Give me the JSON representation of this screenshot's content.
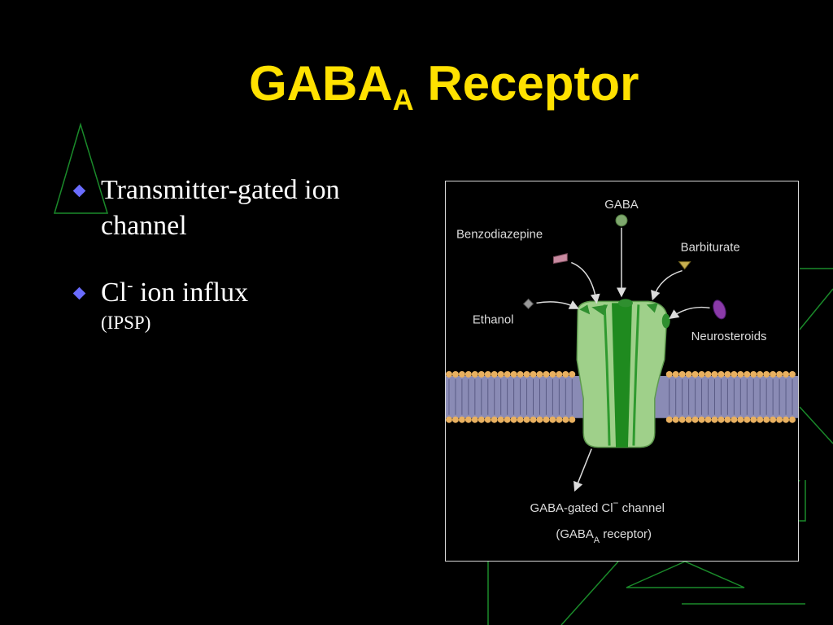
{
  "title": {
    "main": "GABA",
    "sub": "A",
    "rest": "Receptor",
    "color": "#ffe100"
  },
  "bullets": [
    {
      "text": "Transmitter-gated ion channel",
      "sup": "",
      "after": "",
      "sub": ""
    },
    {
      "text": "Cl",
      "sup": "-",
      "after": " ion influx",
      "sub": "(IPSP)"
    }
  ],
  "bullet_color": "#6a6cff",
  "decor_line_color": "#1a8a2a",
  "figure": {
    "labels": {
      "gaba": "GABA",
      "benzodiazepine": "Benzodiazepine",
      "barbiturate": "Barbiturate",
      "ethanol": "Ethanol",
      "neurosteroids": "Neurosteroids"
    },
    "caption_line1_a": "GABA-gated Cl",
    "caption_line1_sup": "−",
    "caption_line1_b": " channel",
    "caption_line2_a": "(GABA",
    "caption_line2_sub": "A",
    "caption_line2_b": " receptor)",
    "label_color": "#dcdcdc",
    "receptor_color": "#9fd08a",
    "pore_color": "#1f8a1f",
    "membrane_color": "#8a8bb5",
    "lipid_head_color": "#e8b060"
  }
}
